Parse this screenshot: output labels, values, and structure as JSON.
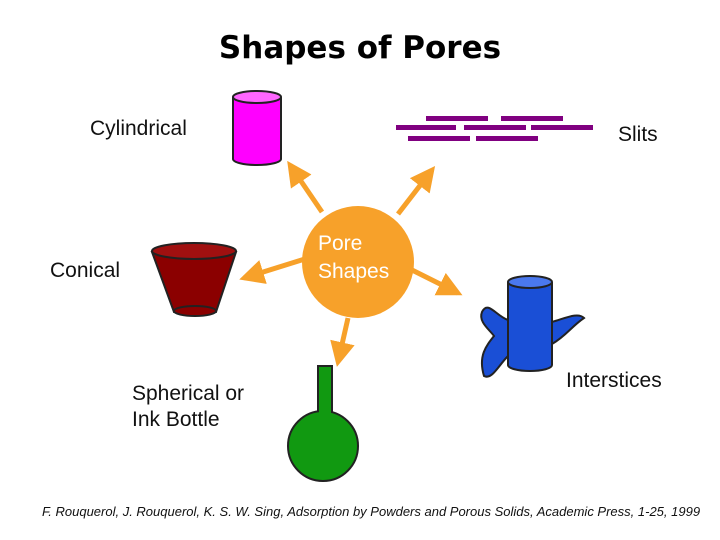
{
  "title": "Shapes of Pores",
  "center": {
    "line1": "Pore",
    "line2": "Shapes"
  },
  "labels": {
    "cylindrical": "Cylindrical",
    "slits": "Slits",
    "conical": "Conical",
    "spherical_line1": "Spherical or",
    "spherical_line2": "Ink Bottle",
    "interstices": "Interstices"
  },
  "citation": "F. Rouquerol, J. Rouquerol, K. S. W. Sing, Adsorption by Powders and Porous Solids, Academic Press, 1-25, 1999",
  "colors": {
    "center": "#f7a12a",
    "arrows": "#f7a12a",
    "cylinder": "#ff00ff",
    "slits": "#800080",
    "cone": "#8b0000",
    "sphere": "#119911",
    "interstice": "#1a4fd6"
  }
}
